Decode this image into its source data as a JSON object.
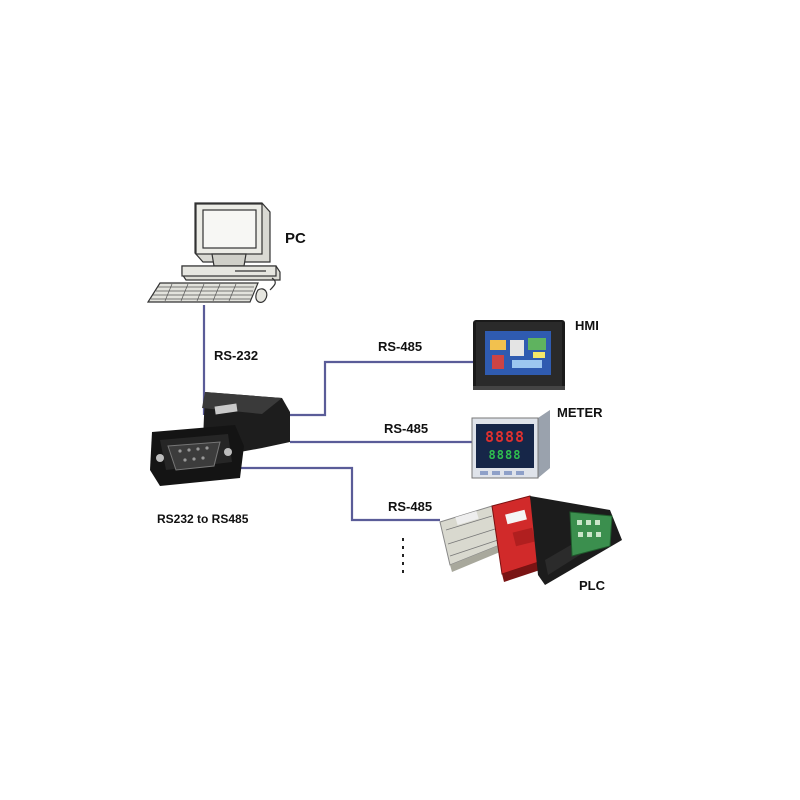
{
  "labels": {
    "pc": "PC",
    "rs232": "RS-232",
    "converter": "RS232 to RS485",
    "rs485_hmi": "RS-485",
    "rs485_meter": "RS-485",
    "rs485_plc": "RS-485",
    "hmi": "HMI",
    "meter": "METER",
    "plc": "PLC"
  },
  "meter_display": {
    "top": "8888",
    "bottom": "8888"
  },
  "colors": {
    "cable": "#5a5c98",
    "line_dark": "#222222",
    "device_black": "#141414",
    "plc_red": "#d12a2a",
    "meter_led": "#e0302e",
    "meter_led_green": "#2fbf4e",
    "monitor_beige": "#e6e6e0",
    "hmi_screen": "#2f5bb0"
  },
  "continuation_marker": "vertical dotted line (more devices)"
}
